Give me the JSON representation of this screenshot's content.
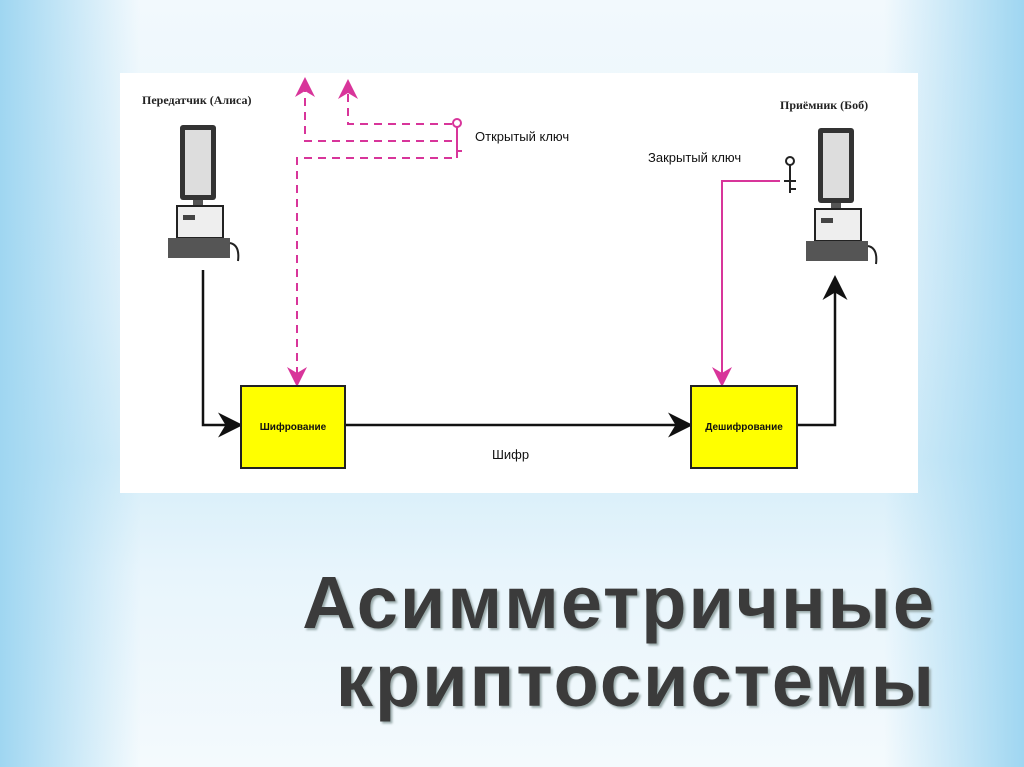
{
  "diagram": {
    "sender_label": "Передатчик (Алиса)",
    "receiver_label": "Приёмник (Боб)",
    "public_key_label": "Открытый ключ",
    "private_key_label": "Закрытый ключ",
    "encrypt_label": "Шифрование",
    "decrypt_label": "Дешифрование",
    "cipher_label": "Шифр"
  },
  "slide": {
    "title_line1": "Асимметричные",
    "title_line2": "криптосистемы"
  },
  "colors": {
    "accent_pink": "#d8359a",
    "box_yellow": "#ffff00"
  }
}
